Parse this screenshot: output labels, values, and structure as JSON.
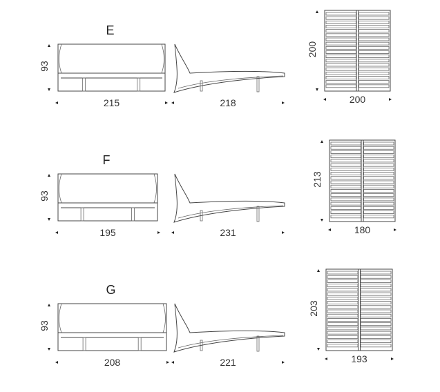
{
  "variants": [
    {
      "letter": "E",
      "front": {
        "width": "215",
        "height": "93"
      },
      "side": {
        "length": "218"
      },
      "top": {
        "width": "200",
        "length": "200"
      }
    },
    {
      "letter": "F",
      "front": {
        "width": "195",
        "height": "93"
      },
      "side": {
        "length": "231"
      },
      "top": {
        "width": "180",
        "length": "213"
      }
    },
    {
      "letter": "G",
      "front": {
        "width": "208",
        "height": "93"
      },
      "side": {
        "length": "221"
      },
      "top": {
        "width": "193",
        "length": "203"
      }
    }
  ]
}
